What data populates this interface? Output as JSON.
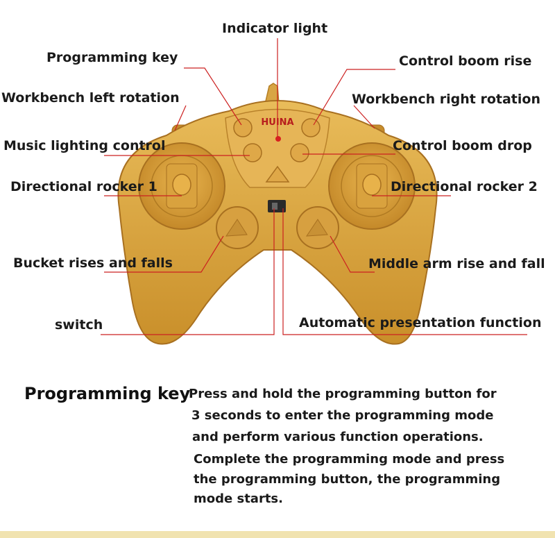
{
  "labels": {
    "indicator_light": "Indicator light",
    "programming_key": "Programming key",
    "control_boom_rise": "Control boom rise",
    "workbench_left_rotation": "Workbench left rotation",
    "workbench_right_rotation": "Workbench right rotation",
    "music_lighting_control": "Music lighting control",
    "control_boom_drop": "Control boom drop",
    "directional_rocker_1": "Directional rocker 1",
    "directional_rocker_2": "Directional rocker 2",
    "bucket_rises_and_falls": "Bucket rises and falls",
    "middle_arm_rise_and_fall": "Middle arm rise and fall",
    "switch": "switch",
    "automatic_presentation_function": "Automatic presentation function"
  },
  "controller": {
    "brand": "HUINA"
  },
  "description": {
    "title": "Programming key",
    "lines": [
      "Press and hold the programming button for",
      "3 seconds to enter the programming mode",
      "and perform various function operations.",
      "Complete the programming mode and press",
      " the programming button, the programming",
      " mode starts."
    ]
  },
  "colors": {
    "body": "#d9a03a",
    "leader_line": "#cc2020",
    "text": "#1a1a1a"
  }
}
